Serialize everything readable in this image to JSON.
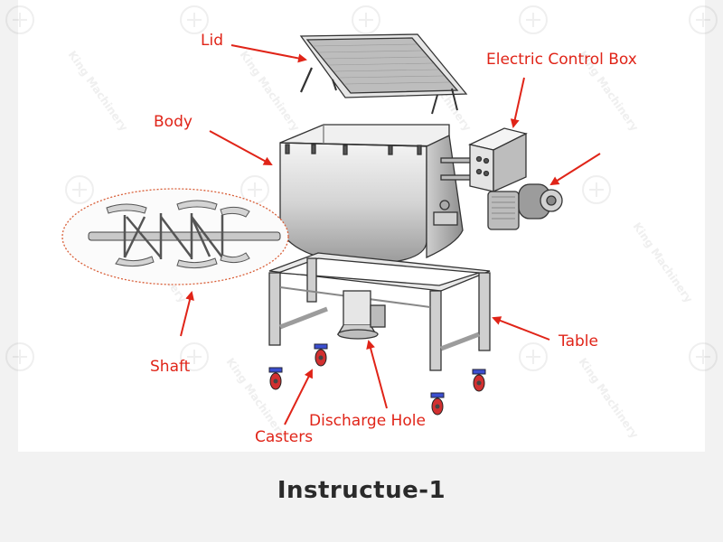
{
  "labels": {
    "lid": "Lid",
    "body": "Body",
    "shaft": "Shaft",
    "electric_control_box": "Electric Control Box",
    "table": "Table",
    "discharge_hole": "Discharge Hole",
    "casters": "Casters"
  },
  "caption": "Instructue-1",
  "watermark": {
    "text": "King Machinery",
    "icon": "king-machinery-logo-icon"
  },
  "colors": {
    "label": "#e02418",
    "arrow": "#e02418",
    "caption": "#2a2a2a",
    "background": "#f2f2f2",
    "panel": "#ffffff"
  }
}
